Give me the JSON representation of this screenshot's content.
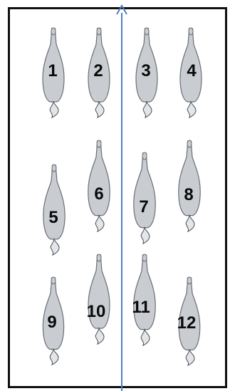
{
  "figure": {
    "arrow_color": "#4f80b8",
    "animal_fill": "#c9ccd1",
    "animal_stroke": "#6a6f76",
    "frame_color": "#111111"
  },
  "animals": [
    {
      "label": "1"
    },
    {
      "label": "2"
    },
    {
      "label": "3"
    },
    {
      "label": "4"
    },
    {
      "label": "5"
    },
    {
      "label": "6"
    },
    {
      "label": "7"
    },
    {
      "label": "8"
    },
    {
      "label": "9"
    },
    {
      "label": "10"
    },
    {
      "label": "11"
    },
    {
      "label": "12"
    }
  ]
}
